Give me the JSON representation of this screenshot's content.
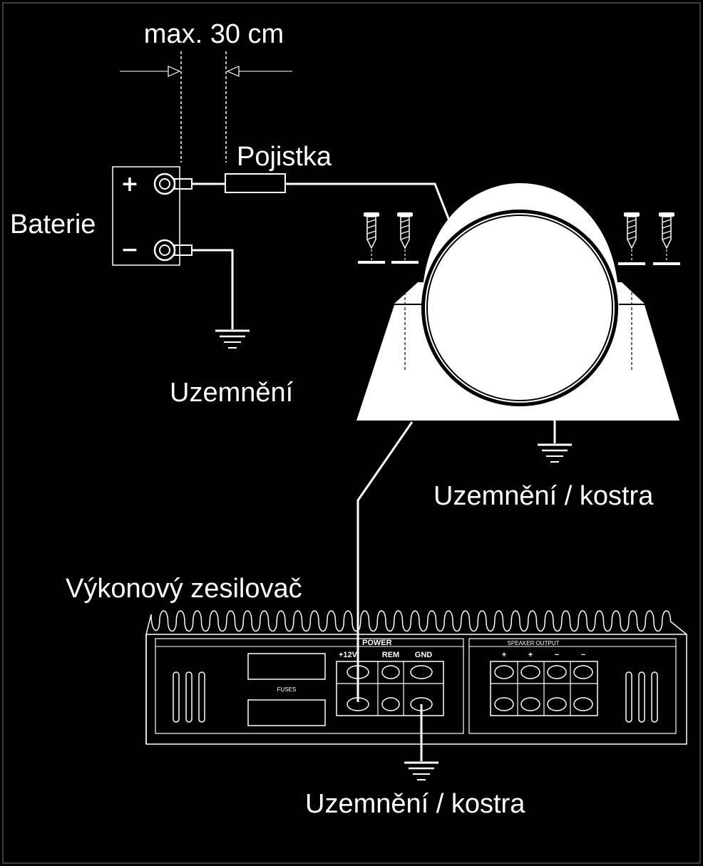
{
  "labels": {
    "max_distance": "max. 30 cm",
    "fuse": "Pojistka",
    "battery": "Baterie",
    "ground": "Uzemnění",
    "ground_chassis_1": "Uzemnění / kostra",
    "amplifier": "Výkonový zesilovač",
    "ground_chassis_2": "Uzemnění / kostra"
  },
  "battery": {
    "plus": "+",
    "minus": "−"
  },
  "amp_panel": {
    "power_label": "POWER",
    "terminal_12v": "+12V",
    "terminal_rem": "REM",
    "terminal_gnd": "GND",
    "fuses_label": "FUSES",
    "speaker_output_label": "SPEAKER OUTPUT",
    "speaker_plus_1": "+",
    "speaker_plus_2": "+",
    "speaker_minus_1": "−",
    "speaker_minus_2": "−"
  },
  "colors": {
    "background": "#000000",
    "foreground": "#ffffff"
  }
}
